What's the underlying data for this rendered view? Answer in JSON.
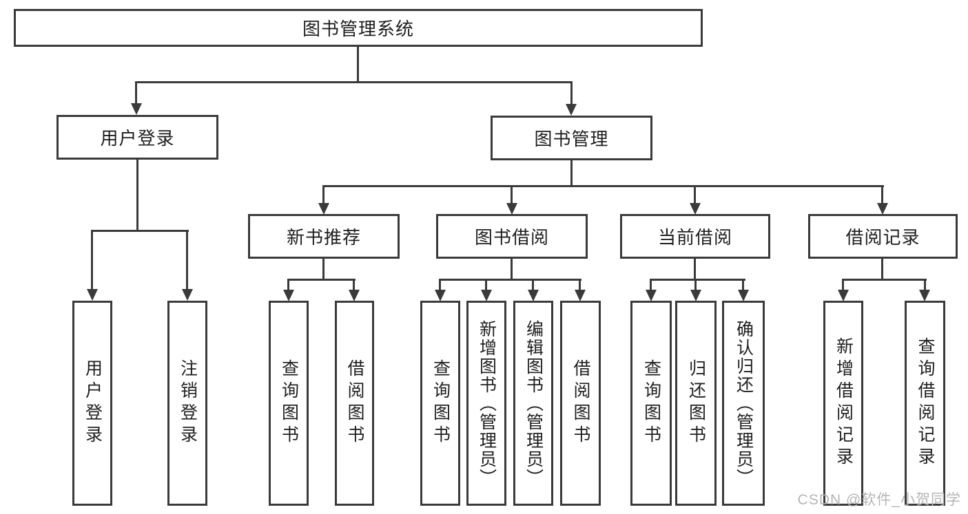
{
  "tree": {
    "root": "图书管理系统",
    "level1": [
      {
        "label": "用户登录",
        "children": [
          "用户登录",
          "注销登录"
        ]
      },
      {
        "label": "图书管理"
      }
    ],
    "level2": [
      {
        "label": "新书推荐",
        "children": [
          "查询图书",
          "借阅图书"
        ]
      },
      {
        "label": "图书借阅",
        "children": [
          "查询图书",
          "新增图书（管理员）",
          "编辑图书（管理员）",
          "借阅图书"
        ]
      },
      {
        "label": "当前借阅",
        "children": [
          "查询图书",
          "归还图书",
          "确认归还（管理员）"
        ]
      },
      {
        "label": "借阅记录",
        "children": [
          "新增借阅记录",
          "查询借阅记录"
        ]
      }
    ]
  },
  "watermark": "CSDN @软件_小贺同学",
  "colors": {
    "line": "#3a3a3a",
    "text": "#1e1e1e",
    "watermark": "#b5b5b5",
    "background": "#ffffff"
  }
}
